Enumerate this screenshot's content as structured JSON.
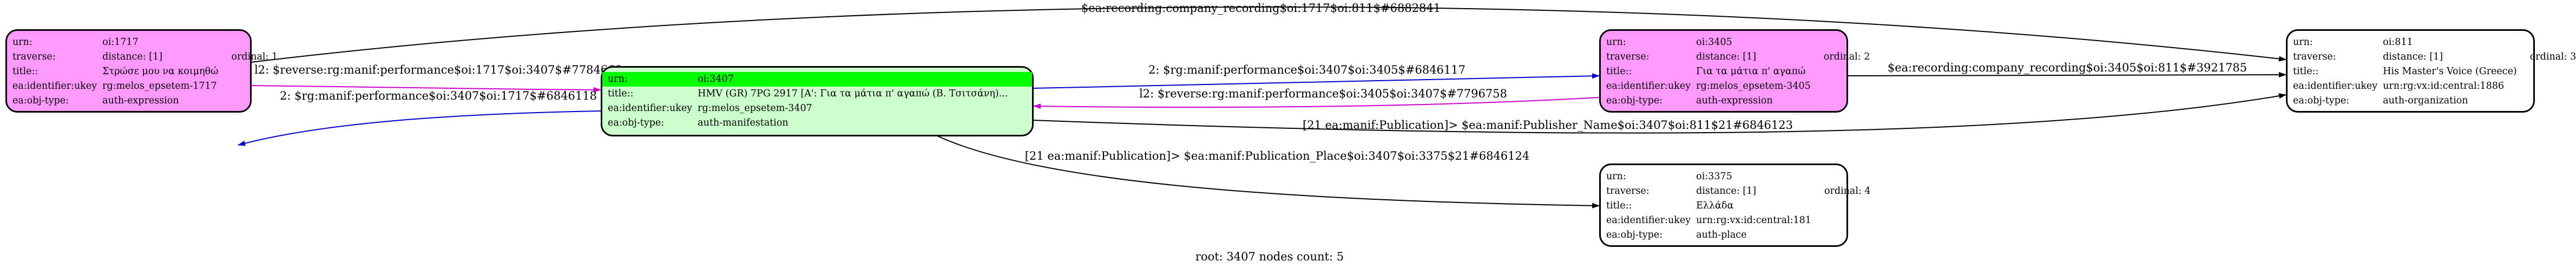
{
  "nodes": {
    "n1717": {
      "rows": [
        {
          "k": "urn:",
          "v": "oi:1717"
        },
        {
          "k": "traverse:",
          "v": "distance: [1]",
          "o": "ordinal: 1"
        },
        {
          "k": "title::",
          "v": "Στρώσε μου να κοιμηθώ"
        },
        {
          "k": "ea:identifier:ukey",
          "v": "rg:melos_epsetem-1717"
        },
        {
          "k": "ea:obj-type:",
          "v": "auth-expression"
        }
      ]
    },
    "n3407": {
      "rows": [
        {
          "k": "urn:",
          "v": "oi:3407"
        },
        {
          "k": "title::",
          "v": "HMV (GR) 7PG 2917 [Α': Για τα μάτια π' αγαπώ (Β. Τσιτσάνη)..."
        },
        {
          "k": "ea:identifier:ukey",
          "v": "rg:melos_epsetem-3407"
        },
        {
          "k": "ea:obj-type:",
          "v": "auth-manifestation"
        }
      ]
    },
    "n3405": {
      "rows": [
        {
          "k": "urn:",
          "v": "oi:3405"
        },
        {
          "k": "traverse:",
          "v": "distance: [1]",
          "o": "ordinal: 2"
        },
        {
          "k": "title::",
          "v": "Για τα μάτια π' αγαπώ"
        },
        {
          "k": "ea:identifier:ukey",
          "v": "rg:melos_epsetem-3405"
        },
        {
          "k": "ea:obj-type:",
          "v": "auth-expression"
        }
      ]
    },
    "n811": {
      "rows": [
        {
          "k": "urn:",
          "v": "oi:811"
        },
        {
          "k": "traverse:",
          "v": "distance: [1]",
          "o": "ordinal: 3"
        },
        {
          "k": "title::",
          "v": "His Master's Voice (Greece)"
        },
        {
          "k": "ea:identifier:ukey",
          "v": "urn:rg:vx:id:central:1886"
        },
        {
          "k": "ea:obj-type:",
          "v": "auth-organization"
        }
      ]
    },
    "n3375": {
      "rows": [
        {
          "k": "urn:",
          "v": "oi:3375"
        },
        {
          "k": "traverse:",
          "v": "distance: [1]",
          "o": "ordinal: 4"
        },
        {
          "k": "title::",
          "v": "Ελλάδα"
        },
        {
          "k": "ea:identifier:ukey",
          "v": "urn:rg:vx:id:central:181"
        },
        {
          "k": "ea:obj-type:",
          "v": "auth-place"
        }
      ]
    }
  },
  "edges": {
    "e1": "$ea:recording:company_recording$oi:1717$oi:811$#6882841",
    "e2": "l2: $reverse:rg:manif:performance$oi:1717$oi:3407$#7784669",
    "e3": "2: $rg:manif:performance$oi:3407$oi:1717$#6846118",
    "e4": "2: $rg:manif:performance$oi:3407$oi:3405$#6846117",
    "e5": "l2: $reverse:rg:manif:performance$oi:3405$oi:3407$#7796758",
    "e6": "$ea:recording:company_recording$oi:3405$oi:811$#3921785",
    "e7": "[21 ea:manif:Publication]> $ea:manif:Publisher_Name$oi:3407$oi:811$21#6846123",
    "e8": "[21 ea:manif:Publication]> $ea:manif:Publication_Place$oi:3407$oi:3375$21#6846124"
  },
  "colors": {
    "pink": "#ff99ff",
    "green": "#ccffcc",
    "highlight": "#00ff00",
    "blue": "#0000cc",
    "magenta": "#cc00cc",
    "black": "#000000"
  },
  "footer": "root: 3407 nodes count: 5"
}
